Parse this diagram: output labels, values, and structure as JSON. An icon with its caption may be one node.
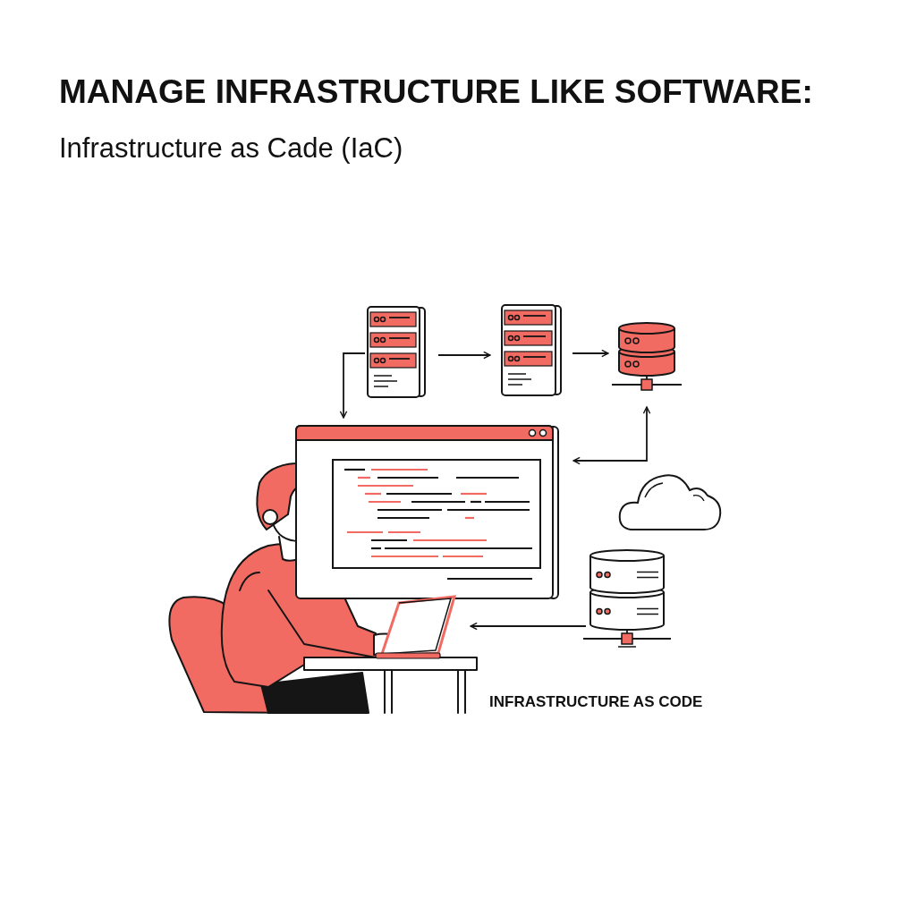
{
  "diagram": {
    "title": "MANAGE INFRASTRUCTURE LIKE SOFTWARE:",
    "caption": "Infrastructure as Cade (IaC)",
    "nodes": [
      {
        "text": [],
        "shape": "server"
      },
      {
        "text": [],
        "shape": "server"
      },
      {
        "text": [],
        "shape": "database"
      },
      {
        "text": [],
        "shape": "window"
      },
      {
        "text": [],
        "shape": "cloud"
      },
      {
        "text": [],
        "shape": "database"
      },
      {
        "text": [],
        "shape": "laptop"
      }
    ],
    "edges": [
      {
        "from": 0,
        "to": 1,
        "arrow": "to"
      },
      {
        "from": 1,
        "to": 2,
        "arrow": "to"
      },
      {
        "from": 0,
        "to": 3,
        "arrow": "to"
      },
      {
        "from": 2,
        "to": 3,
        "arrow": "both"
      },
      {
        "from": 5,
        "to": 6,
        "arrow": "to"
      }
    ],
    "labels": [
      "INFRASTRUCTURE AS CODE"
    ]
  }
}
